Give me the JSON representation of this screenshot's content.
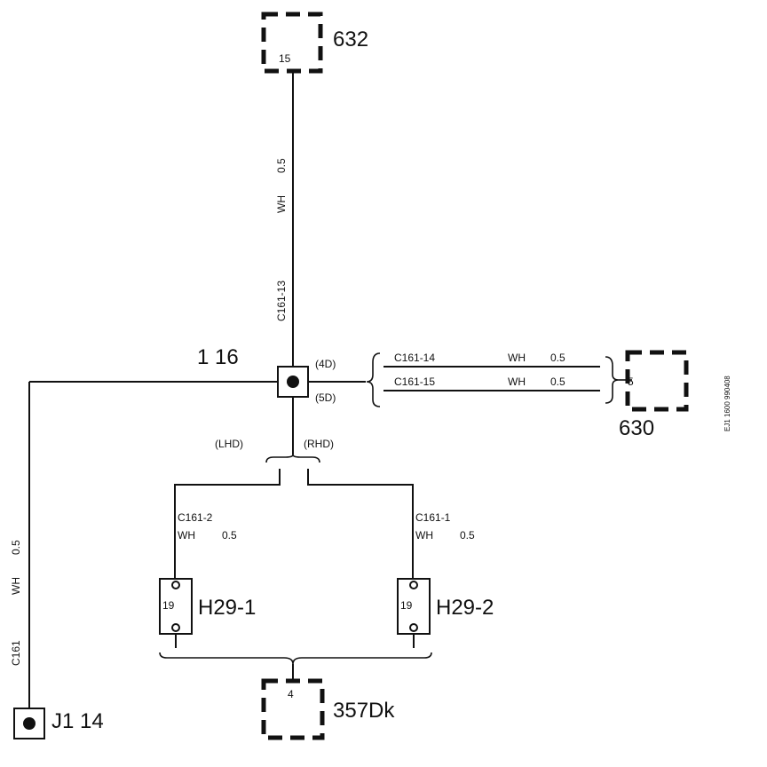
{
  "components": {
    "c632": {
      "label": "632",
      "pin": "15"
    },
    "c630": {
      "label": "630",
      "pin": "5"
    },
    "c357": {
      "label": "357Dk",
      "pin": "4"
    },
    "splice": {
      "label": "1 16",
      "top_tag": "(4D)",
      "bottom_tag": "(5D)"
    },
    "j1": {
      "label": "J1  14"
    },
    "h29_1": {
      "label": "H29-1",
      "pin": "19"
    },
    "h29_2": {
      "label": "H29-2",
      "pin": "19"
    }
  },
  "wires": {
    "top": {
      "circuit": "C161-13",
      "color": "WH",
      "size": "0.5"
    },
    "left": {
      "circuit": "C161",
      "color": "WH",
      "size": "0.5"
    },
    "right_upper": {
      "circuit": "C161-14",
      "color": "WH",
      "size": "0.5"
    },
    "right_lower": {
      "circuit": "C161-15",
      "color": "WH",
      "size": "0.5"
    },
    "branch_left": {
      "circuit": "C161-2",
      "color": "WH",
      "size": "0.5"
    },
    "branch_right": {
      "circuit": "C161-1",
      "color": "WH",
      "size": "0.5"
    }
  },
  "variants": {
    "left": "(LHD)",
    "right": "(RHD)"
  },
  "doc_code": "EJ1  1600 990408"
}
